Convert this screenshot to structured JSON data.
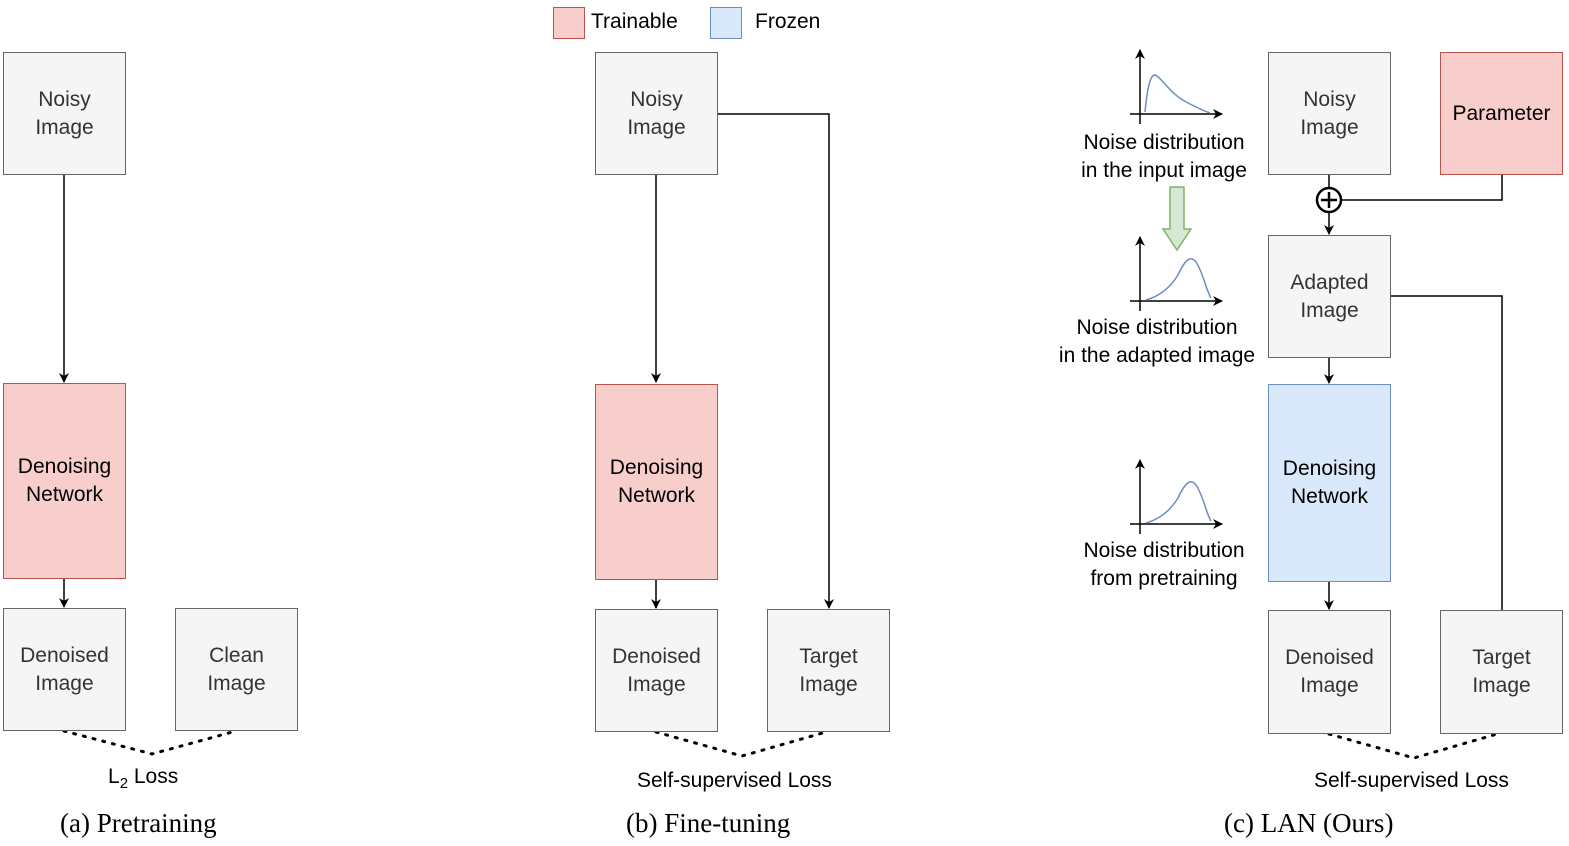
{
  "legend": {
    "trainable": "Trainable",
    "frozen": "Frozen",
    "trainable_color": "#f8cecc",
    "frozen_color": "#dae8fc"
  },
  "panel_a": {
    "noisy_l1": "Noisy",
    "noisy_l2": "Image",
    "net_l1": "Denoising",
    "net_l2": "Network",
    "denoised_l1": "Denoised",
    "denoised_l2": "Image",
    "clean_l1": "Clean",
    "clean_l2": "Image",
    "loss_main": "L",
    "loss_sub": "2",
    "loss_rest": " Loss",
    "caption": "(a) Pretraining"
  },
  "panel_b": {
    "noisy_l1": "Noisy",
    "noisy_l2": "Image",
    "net_l1": "Denoising",
    "net_l2": "Network",
    "denoised_l1": "Denoised",
    "denoised_l2": "Image",
    "target_l1": "Target",
    "target_l2": "Image",
    "loss": "Self-supervised Loss",
    "caption": "(b) Fine-tuning"
  },
  "panel_c": {
    "noisy_l1": "Noisy",
    "noisy_l2": "Image",
    "param": "Parameter",
    "adapted_l1": "Adapted",
    "adapted_l2": "Image",
    "net_l1": "Denoising",
    "net_l2": "Network",
    "denoised_l1": "Denoised",
    "denoised_l2": "Image",
    "target_l1": "Target",
    "target_l2": "Image",
    "dist_input_l1": "Noise distribution",
    "dist_input_l2": "in the input image",
    "dist_adapted_l1": "Noise distribution",
    "dist_adapted_l2": "in the adapted image",
    "dist_pre_l1": "Noise distribution",
    "dist_pre_l2": "from pretraining",
    "loss": "Self-supervised Loss",
    "caption": "(c) LAN (Ours)"
  }
}
